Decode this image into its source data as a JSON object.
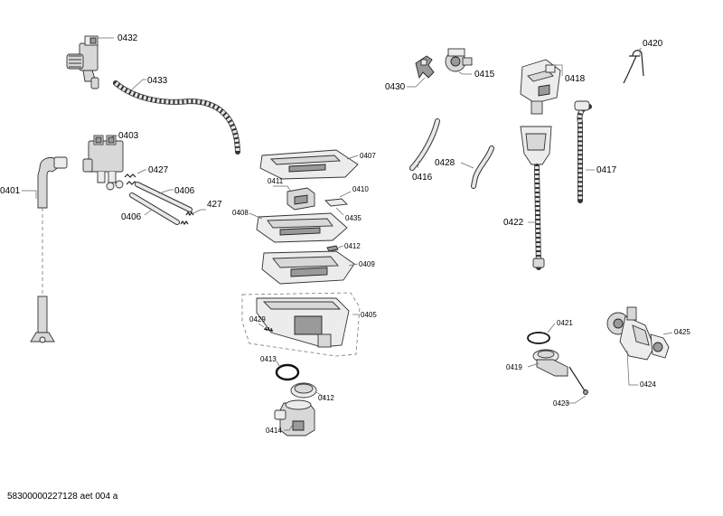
{
  "labels": {
    "p0432": "0432",
    "p0433": "0433",
    "p0403": "0403",
    "p0427": "0427",
    "p0406a": "0406",
    "p0406b": "0406",
    "p427": "427",
    "p0401": "0401",
    "p0407": "0407",
    "p0411": "0411",
    "p0410": "0410",
    "p0435": "0435",
    "p0408": "0408",
    "p0412a": "0412",
    "p0409": "0409",
    "p0405": "0405",
    "p0429": "0429",
    "p0413": "0413",
    "p0412b": "0412",
    "p0414": "0414",
    "p0430": "0430",
    "p0415": "0415",
    "p0418": "0418",
    "p0420": "0420",
    "p0416": "0416",
    "p0428": "0428",
    "p0422": "0422",
    "p0417": "0417",
    "p0421": "0421",
    "p0419": "0419",
    "p0423": "0423",
    "p0425": "0425",
    "p0424": "0424"
  },
  "document_code": "58300000227128 aet 004 a"
}
